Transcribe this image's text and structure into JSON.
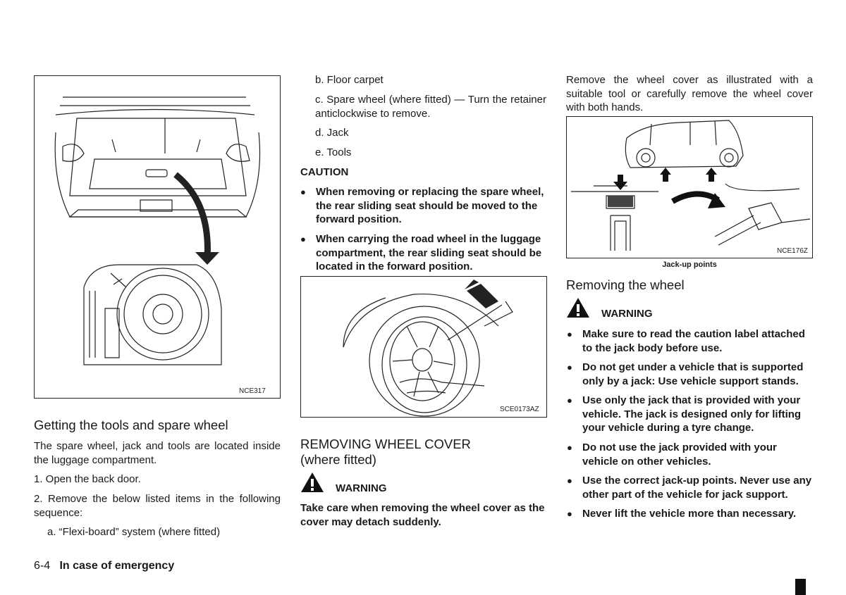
{
  "figures": {
    "luggage": {
      "code": "NCE317"
    },
    "wheel_cover": {
      "code": "SCE0173AZ"
    },
    "jack": {
      "code": "NCE176Z",
      "caption": "Jack-up points"
    }
  },
  "col1": {
    "heading": "Getting the tools and spare wheel",
    "intro": "The spare wheel, jack and tools are located inside the luggage compartment.",
    "step1": "1. Open the back door.",
    "step2": "2. Remove the below listed items in the following sequence:",
    "step2a": "a. “Flexi-board” system (where fitted)"
  },
  "col2": {
    "step2b": "b. Floor carpet",
    "step2c": "c. Spare wheel (where fitted) — Turn the retainer anticlockwise to remove.",
    "step2d": "d. Jack",
    "step2e": "e. Tools",
    "caution_title": "CAUTION",
    "caution_items": [
      "When removing or replacing the spare wheel, the rear sliding seat should be moved to the forward position.",
      "When carrying the road wheel in the luggage compartment, the rear sliding seat should be located in the forward position."
    ],
    "section_title": "REMOVING WHEEL COVER",
    "section_subtitle": "(where fitted)",
    "warning_label": "WARNING",
    "warning_text": "Take care when removing the wheel cover as the cover may detach suddenly."
  },
  "col3": {
    "intro": "Remove the wheel cover as illustrated with a suitable tool or carefully remove the wheel cover with both hands.",
    "heading": "Removing the wheel",
    "warning_label": "WARNING",
    "warning_items": [
      "Make sure to read the caution label attached to the jack body before use.",
      "Do not get under a vehicle that is supported only by a jack: Use vehicle support stands.",
      "Use only the jack that is provided with your vehicle. The jack is designed only for lifting your vehicle during a tyre change.",
      "Do not use the jack provided with your vehicle on other vehicles.",
      "Use the correct jack-up points. Never use any other part of the vehicle for jack support.",
      "Never lift the vehicle more than necessary."
    ]
  },
  "footer": {
    "page": "6-4",
    "section": "In case of emergency"
  }
}
